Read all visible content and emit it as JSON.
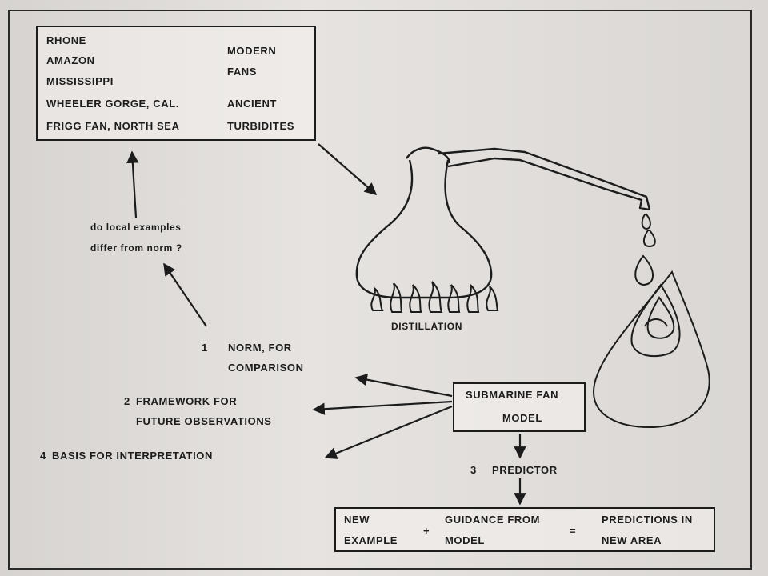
{
  "examples_box": {
    "left_col": [
      "RHONE",
      "AMAZON",
      "MISSISSIPPI",
      "WHEELER GORGE, CAL.",
      "FRIGG FAN, NORTH SEA"
    ],
    "right_col": [
      "MODERN",
      "FANS",
      "ANCIENT",
      "TURBIDITES"
    ]
  },
  "question": {
    "line1": "do local examples",
    "line2": "differ from norm ?"
  },
  "distillation_label": "DISTILLATION",
  "model_box": {
    "line1": "SUBMARINE FAN",
    "line2": "MODEL"
  },
  "uses": [
    {
      "num": "1",
      "line1": "NORM, FOR",
      "line2": "COMPARISON"
    },
    {
      "num": "2",
      "line1": "FRAMEWORK FOR",
      "line2": "FUTURE OBSERVATIONS"
    },
    {
      "num": "3",
      "line1": "PREDICTOR",
      "line2": ""
    },
    {
      "num": "4",
      "line1": "BASIS FOR INTERPRETATION",
      "line2": ""
    }
  ],
  "equation": {
    "term1_line1": "NEW",
    "term1_line2": "EXAMPLE",
    "plus": "+",
    "term2_line1": "GUIDANCE FROM",
    "term2_line2": "MODEL",
    "equals": "=",
    "result_line1": "PREDICTIONS IN",
    "result_line2": "NEW AREA"
  },
  "colors": {
    "ink": "#1c1c1c",
    "paper": "#e2dfdc",
    "bleed_text": "#b9b5b1"
  }
}
